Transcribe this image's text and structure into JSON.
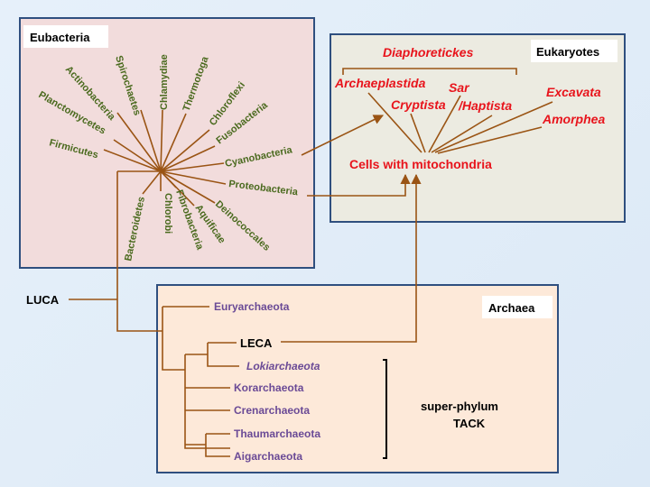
{
  "boxes": {
    "eubacteria": "Eubacteria",
    "eukaryotes": "Eukaryotes",
    "archaea": "Archaea"
  },
  "eubacteria_phyla": [
    "Spirochaetes",
    "Chlamydiae",
    "Thermotoga",
    "Chloroflexi",
    "Fusobacteria",
    "Actinobacteria",
    "Planctomycetes",
    "Firmicutes",
    "Cyanobacteria",
    "Proteobacteria",
    "Deinococcales",
    "Aquificae",
    "Fibrobacteria",
    "Chlorobi",
    "Bacteroidetes"
  ],
  "eukaryotes": {
    "diaphoretickes": "Diaphoretickes",
    "archaeplastida": "Archaeplastida",
    "sar": "Sar",
    "cryptista": "Cryptista",
    "haptista": "/Haptista",
    "excavata": "Excavata",
    "amorphea": "Amorphea",
    "cells": "Cells with mitochondria"
  },
  "luca": "LUCA",
  "archaea": {
    "euryarchaeota": "Euryarchaeota",
    "leca": "LECA",
    "lokiarchaeota": "Lokiarchaeota",
    "korarchaeota": "Korarchaeota",
    "crenarchaeota": "Crenarchaeota",
    "thaumarchaeota": "Thaumarchaeota",
    "aigarchaeota": "Aigarchaeota",
    "tack_line1": "super-phylum",
    "tack_line2": "TACK"
  },
  "colors": {
    "branch": "#9a5414",
    "eubacteria_bg": "#f2dcdc",
    "eukaryotes_bg": "#ecebe1",
    "archaea_bg": "#fde9d9",
    "box_border": "#2f4f7f",
    "bacteria_text": "#4a6a1e",
    "eukaryote_text": "#e8141c",
    "archaea_text": "#6a4a96"
  }
}
